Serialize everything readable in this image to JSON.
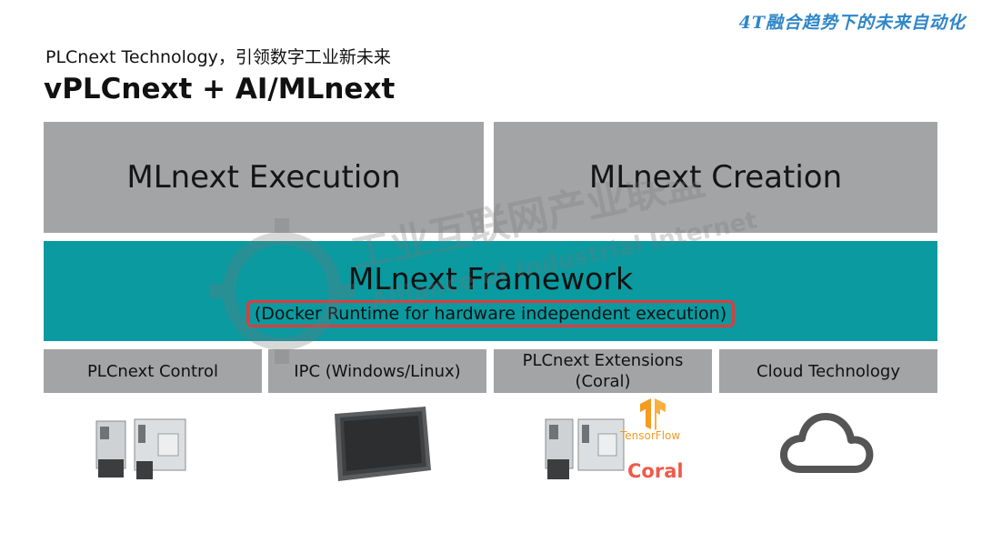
{
  "header": {
    "banner": "4T融合趋势下的未来自动化",
    "subtitle": "PLCnext Technology，引领数字工业新未来",
    "title": "vPLCnext + AI/MLnext"
  },
  "diagram": {
    "top_boxes": [
      "MLnext Execution",
      "MLnext Creation"
    ],
    "framework_title": "MLnext Framework",
    "framework_subtitle": "(Docker Runtime for hardware independent execution)",
    "platforms": [
      "PLCnext Control",
      "IPC (Windows/Linux)",
      "PLCnext Extensions (Coral)",
      "Cloud Technology"
    ]
  },
  "logos": {
    "tensorflow": "TensorFlow",
    "coral": "Coral"
  },
  "watermark": {
    "text_cn": "工业互联网产业联盟",
    "text_en": "Alliance of Industrial Internet"
  },
  "colors": {
    "banner": "#2f86c8",
    "box_gray": "#a3a4a6",
    "framework_teal": "#0a9aa0",
    "highlight_red": "#e23a3a",
    "tensorflow_orange": "#f49b20",
    "coral_red": "#f05a4a"
  },
  "icons": [
    "plc-controller-icon",
    "tablet-ipc-icon",
    "plc-extension-icon",
    "tensorflow-logo-icon",
    "cloud-icon"
  ]
}
